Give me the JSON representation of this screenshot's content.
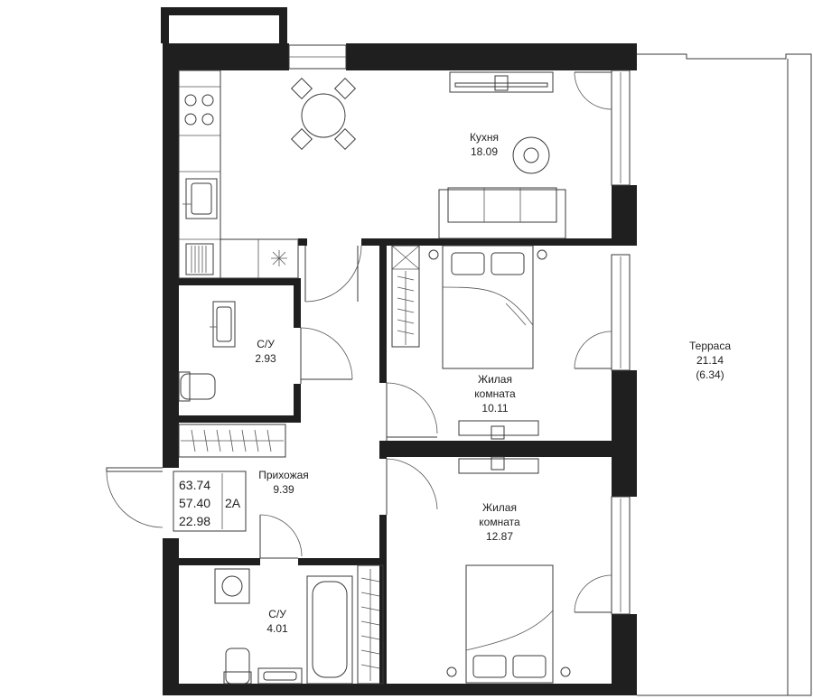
{
  "rooms": {
    "kitchen": {
      "name": "Кухня",
      "area": "18.09"
    },
    "bath1": {
      "name": "С/У",
      "area": "2.93"
    },
    "bedroom1": {
      "name1": "Жилая",
      "name2": "комната",
      "area": "10.11"
    },
    "hall": {
      "name": "Прихожая",
      "area": "9.39"
    },
    "bedroom2": {
      "name1": "Жилая",
      "name2": "комната",
      "area": "12.87"
    },
    "bath2": {
      "name": "С/У",
      "area": "4.01"
    },
    "terrace": {
      "name": "Терраса",
      "area": "21.14",
      "reduced": "(6.34)"
    }
  },
  "summary": {
    "total_area": "63.74",
    "net_area": "57.40",
    "living_area": "22.98",
    "apartment_type": "2А"
  }
}
